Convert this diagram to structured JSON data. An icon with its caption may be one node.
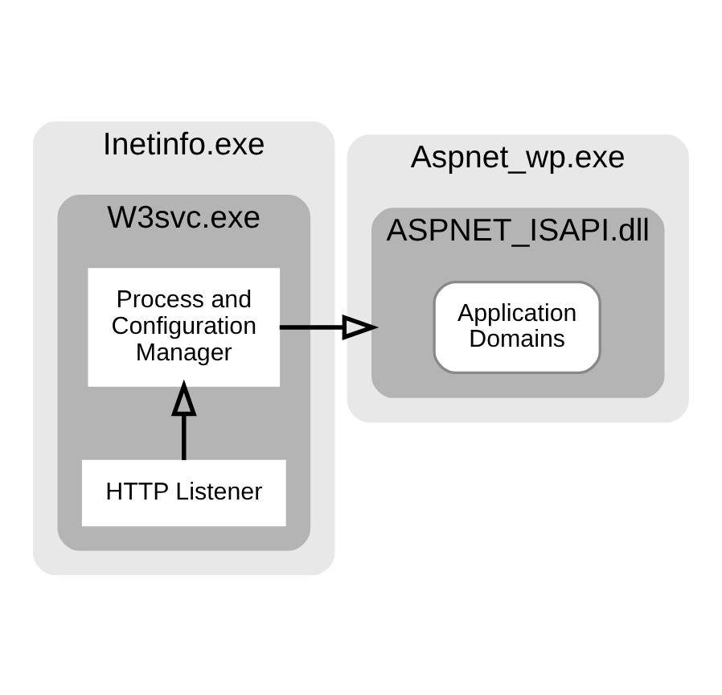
{
  "diagram": {
    "nodes": [
      {
        "text": [
          "Inetinfo.exe"
        ]
      },
      {
        "text": [
          "W3svc.exe"
        ],
        "in": 0
      },
      {
        "text": [
          "Process and Configuration Manager"
        ],
        "in": 1
      },
      {
        "text": [
          "HTTP Listener"
        ],
        "in": 1
      },
      {
        "text": [
          "Aspnet_wp.exe"
        ]
      },
      {
        "text": [
          "ASPNET_ISAPI.dll"
        ],
        "in": 4
      },
      {
        "text": [
          "Application Domains"
        ],
        "in": 5
      }
    ],
    "edges": [
      {
        "from": 3,
        "to": 2,
        "arrow": "to"
      },
      {
        "from": 2,
        "to": 5,
        "arrow": "to"
      }
    ]
  }
}
